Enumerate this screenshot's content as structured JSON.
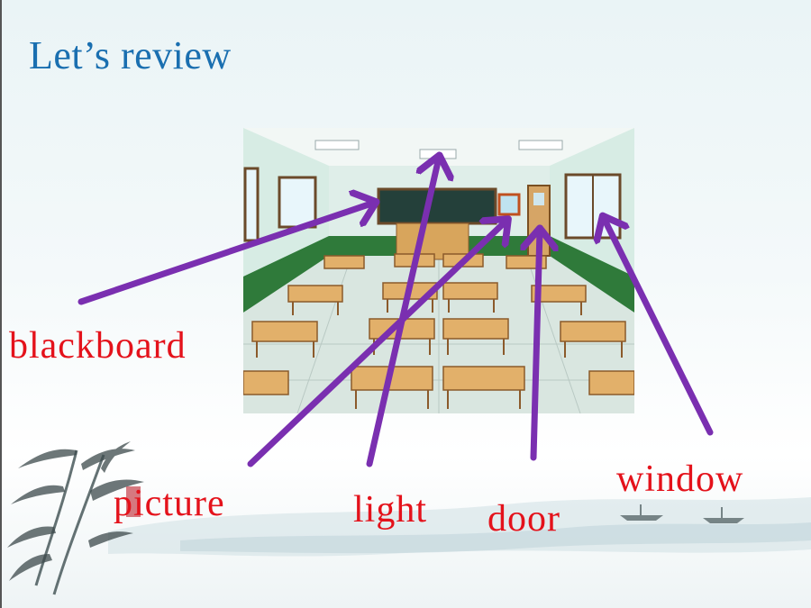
{
  "title": "Let’s review",
  "labels": {
    "blackboard": "blackboard",
    "picture": "picture",
    "light": "light",
    "door": "door",
    "window": "window"
  },
  "colors": {
    "title": "#1a6fb0",
    "label": "#e4121b",
    "arrow": "#7a2fb0"
  }
}
